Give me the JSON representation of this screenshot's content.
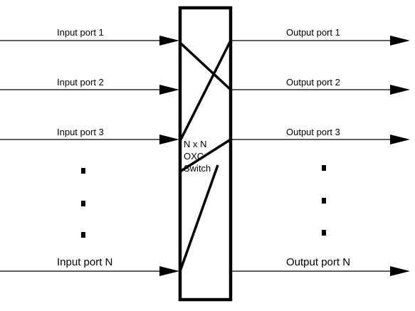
{
  "diagram": {
    "inputs": [
      {
        "label": "Input port 1"
      },
      {
        "label": "Input port 2"
      },
      {
        "label": "Input port 3"
      },
      {
        "label": "Input port N"
      }
    ],
    "outputs": [
      {
        "label": "Output port 1"
      },
      {
        "label": "Output port 2"
      },
      {
        "label": "Output port 3"
      },
      {
        "label": "Output port N"
      }
    ],
    "switch": {
      "line1": "N x N",
      "line2": "OXC",
      "line3": "Switch"
    },
    "colors": {
      "stroke": "#000000",
      "background": "#ffffff"
    }
  }
}
